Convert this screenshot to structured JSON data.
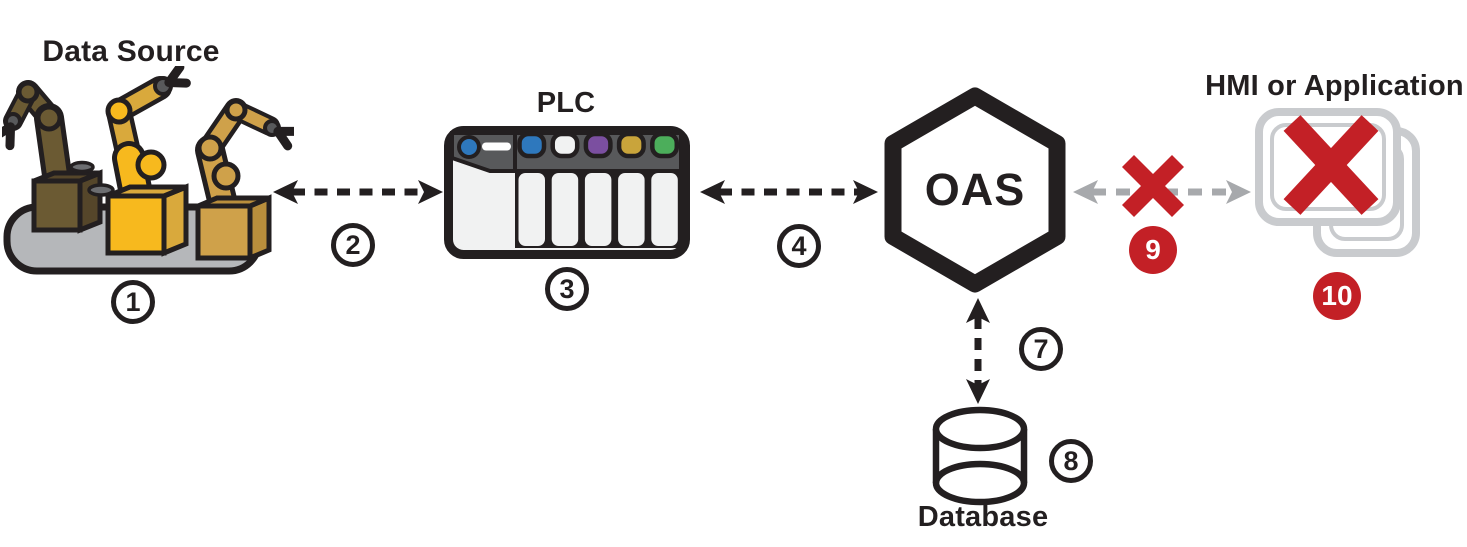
{
  "nodes": {
    "data_source": {
      "label": "Data Source",
      "badge": "1"
    },
    "plc": {
      "label": "PLC",
      "badge": "3"
    },
    "oas": {
      "label": "OAS"
    },
    "hmi": {
      "label": "HMI or Application",
      "badge": "10",
      "blocked": true
    },
    "database": {
      "label": "Database",
      "badge": "8"
    }
  },
  "connections": {
    "data_source_to_plc": {
      "badge": "2",
      "line": "black-dashed",
      "bidirectional": true
    },
    "plc_to_oas": {
      "badge": "4",
      "line": "black-dashed",
      "bidirectional": true
    },
    "oas_to_hmi": {
      "badge": "9",
      "line": "gray-dashed",
      "bidirectional": true,
      "blocked": true
    },
    "oas_to_database": {
      "badge": "7",
      "line": "black-dashed",
      "bidirectional": true
    }
  },
  "icons": {
    "data_source": "robot-arms-icon",
    "plc": "plc-rack-icon",
    "oas": "hexagon-icon",
    "hmi": "stacked-screens-icon",
    "database": "database-cylinder-icon",
    "blocked": "red-x-icon"
  },
  "colors": {
    "ink": "#231F20",
    "red": "#C32026",
    "dash_gray": "#A7A9AC",
    "hmi_gray": "#C9CBCE",
    "platform_gray": "#B5B7BA",
    "plc_dark": "#58595B",
    "plc_body": "#F1F2F2",
    "module_blue": "#2E78BD",
    "module_white": "#F1F2F2",
    "module_purple": "#7B4FA0",
    "module_gold": "#C9A43B",
    "module_green": "#4CAE5B",
    "robot_olive": "#6B5A33",
    "robot_olive_dark": "#55462A",
    "robot_yellow": "#F7B91E",
    "robot_gold": "#D9A93C",
    "robot_tan": "#CFA14A",
    "robot_tan_dark": "#B98E3C",
    "joint_gray": "#58595B",
    "pad_gray": "#6D6E71"
  }
}
